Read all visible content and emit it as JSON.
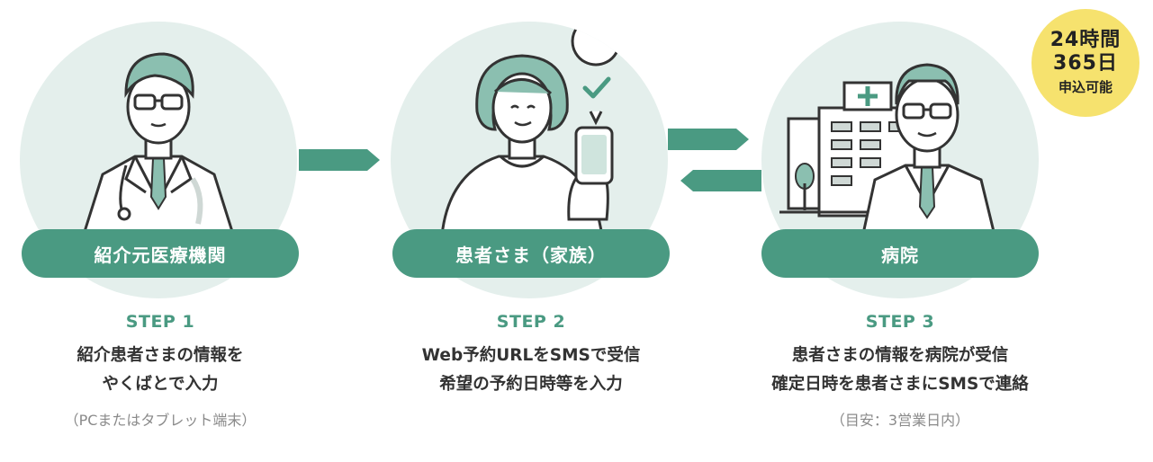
{
  "steps": [
    {
      "role_label": "紹介元医療機関",
      "step": "STEP 1",
      "desc_lines": [
        "紹介患者さまの情報を",
        "やくばとで入力"
      ],
      "note": "（PCまたはタブレット端末）"
    },
    {
      "role_label": "患者さま（家族）",
      "step": "STEP 2",
      "desc_lines": [
        "Web予約URLをSMSで受信",
        "希望の予約日時等を入力"
      ],
      "note": ""
    },
    {
      "role_label": "病院",
      "step": "STEP 3",
      "desc_lines": [
        "患者さまの情報を病院が受信",
        "確定日時を患者さまにSMSで連絡"
      ],
      "note": "（目安：3営業日内）"
    }
  ],
  "badge": {
    "line1": "24時間",
    "line2": "365日",
    "line3": "申込可能"
  },
  "colors": {
    "accent": "#4a9a82",
    "circle_bg": "#e4efec",
    "badge_bg": "#f6e26e",
    "text": "#333333",
    "note": "#8a8a8a"
  },
  "icons": [
    "doctor-illustration",
    "patient-with-phone-illustration",
    "hospital-building-illustration",
    "check-bubble-icon",
    "arrow-right-icon",
    "arrow-left-icon"
  ]
}
